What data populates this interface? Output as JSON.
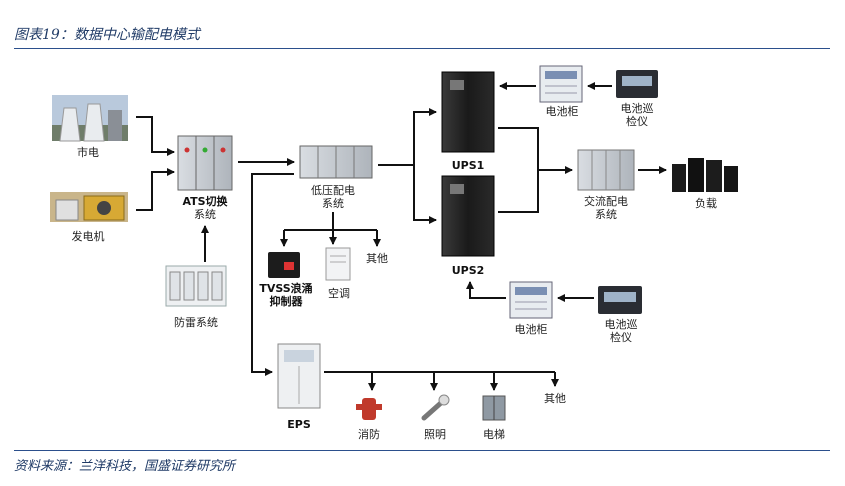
{
  "header": {
    "caption": "图表19：数据中心输配电模式"
  },
  "footer": {
    "source": "资料来源：兰洋科技，国盛证券研究所"
  },
  "nodes": {
    "grid": "市电",
    "generator": "发电机",
    "lightning": "防雷系统",
    "ats": [
      "ATS切换",
      "系统"
    ],
    "lv": [
      "低压配电",
      "系统"
    ],
    "tvss": [
      "TVSS浪涌",
      "抑制器"
    ],
    "ac": "空调",
    "other1": "其他",
    "ups1": "UPS1",
    "ups2": "UPS2",
    "battery1": "电池柜",
    "battery2": "电池柜",
    "monitor1": [
      "电池巡",
      "检仪"
    ],
    "monitor2": [
      "电池巡",
      "检仪"
    ],
    "acdist": [
      "交流配电",
      "系统"
    ],
    "load": "负载",
    "eps": "EPS",
    "fire": "消防",
    "lighting": "照明",
    "elevator": "电梯",
    "other2": "其他"
  }
}
